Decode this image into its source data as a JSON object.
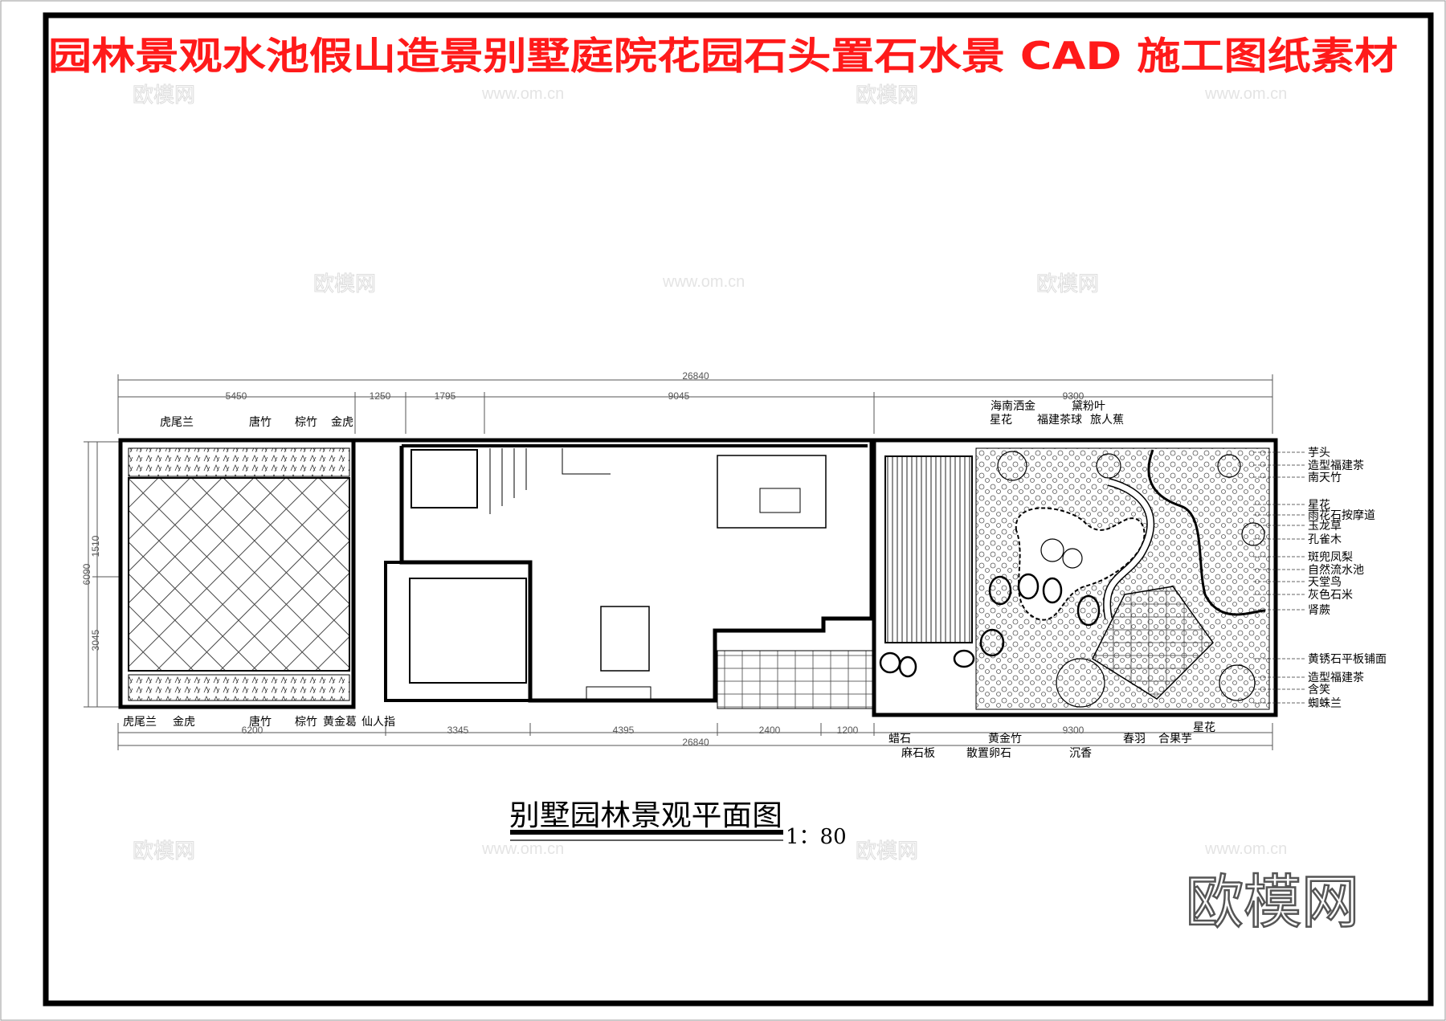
{
  "title": "园林景观水池假山造景别墅庭院花园石头置石水景 CAD 施工图纸素材",
  "watermark": {
    "brand": "欧模网",
    "url": "www.om.cn"
  },
  "drawing": {
    "plan_title": "别墅园林景观平面图",
    "scale": "1：80",
    "dimensions_top": {
      "total": "26840",
      "segments": [
        "5450",
        "1250",
        "1795",
        "9045",
        "9300"
      ]
    },
    "dimensions_bottom": {
      "total": "26840",
      "segments": [
        "6200",
        "3345",
        "4395",
        "2400",
        "1200",
        "9300"
      ]
    },
    "dimensions_left": [
      "6090",
      "1510",
      "3045"
    ],
    "labels_top_left": [
      "虎尾兰",
      "唐竹",
      "棕竹",
      "金虎"
    ],
    "labels_bottom_left": [
      "虎尾兰",
      "金虎",
      "唐竹",
      "棕竹",
      "黄金葛",
      "仙人指"
    ],
    "labels_top_right": [
      "海南洒金",
      "星花",
      "福建茶球",
      "黛粉叶",
      "旅人蕉"
    ],
    "labels_right": [
      "芋头",
      "造型福建茶",
      "南天竹",
      "星花",
      "雨花石按摩道",
      "玉龙草",
      "孔雀木",
      "斑兜凤梨",
      "自然流水池",
      "天堂鸟",
      "灰色石米",
      "肾蕨",
      "黄锈石平板铺面",
      "造型福建茶",
      "含笑",
      "蜘蛛兰"
    ],
    "labels_bottom_right": [
      "星花",
      "蜡石",
      "黄金竹",
      "春羽",
      "合果芋",
      "麻石板",
      "散置卵石",
      "沉香"
    ]
  },
  "colors": {
    "title": "#ff1a1a",
    "frame": "#000000"
  }
}
